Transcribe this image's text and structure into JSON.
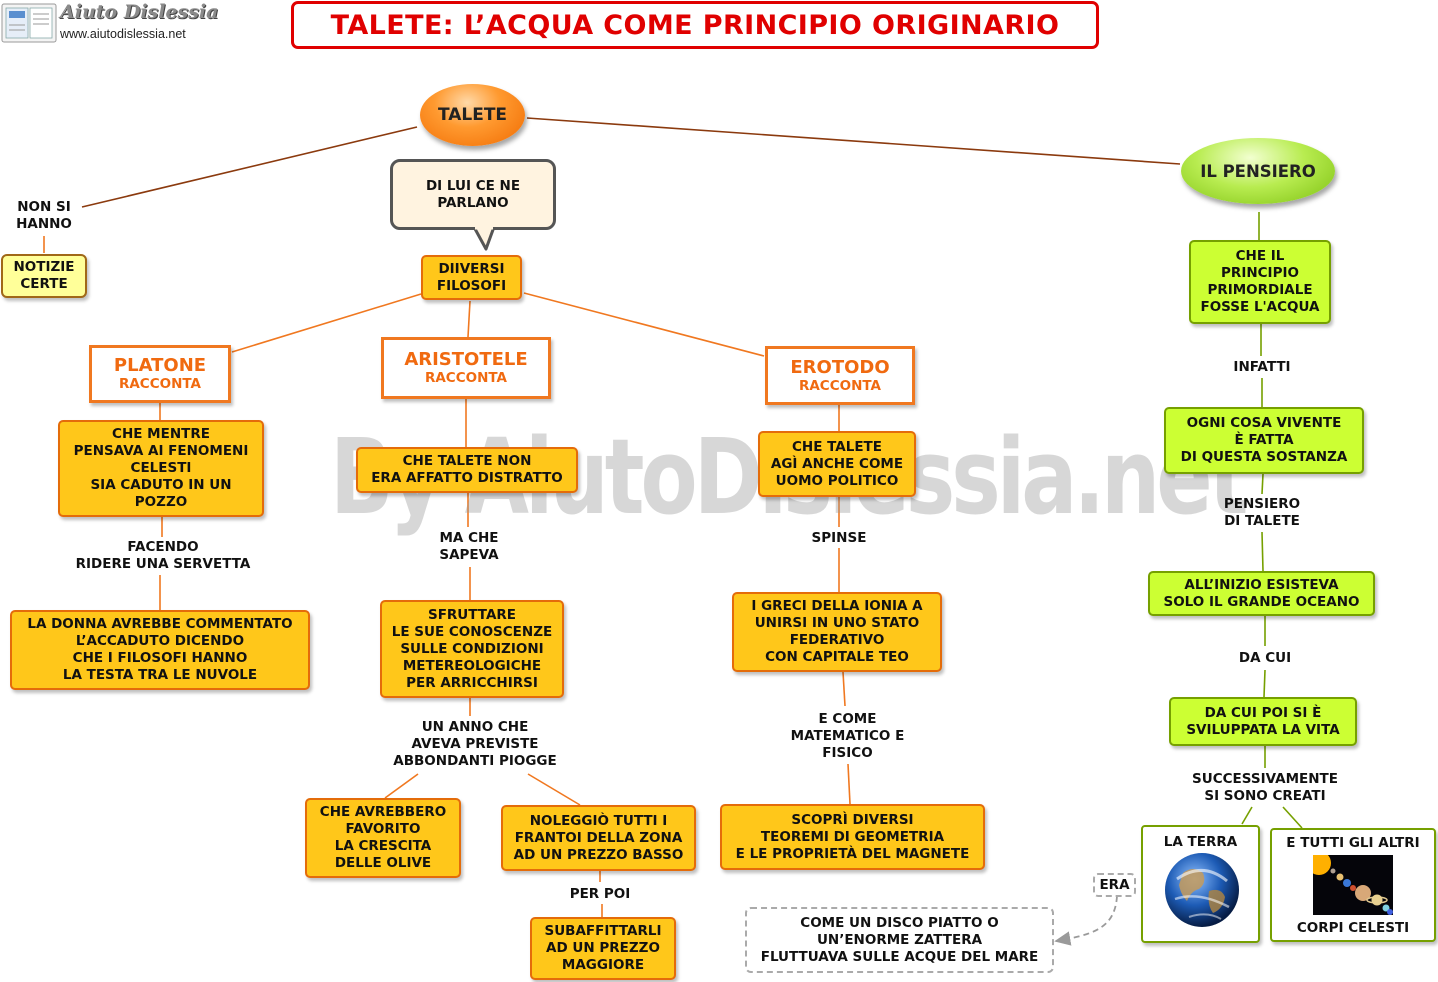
{
  "header": {
    "logo_title": "Aiuto Dislessia",
    "logo_url": "www.aiutodislessia.net",
    "title": "TALETE: L’ACQUA COME PRINCIPIO ORIGINARIO"
  },
  "watermark": "By AiutoDislessia.net",
  "central": {
    "talete": "TALETE",
    "pensiero": "IL PENSIERO"
  },
  "left": {
    "non_si_hanno": "NON SI\nHANNO",
    "notizie_certe": "NOTIZIE\nCERTE"
  },
  "callout": "DI LUI CE NE\nPARLANO",
  "filosofi": "DIIVERSI\nFILOSOFI",
  "platone": {
    "name": "PLATONE",
    "sub": "RACCONTA",
    "box1": "CHE MENTRE\nPENSAVA AI FENOMENI\nCELESTI\nSIA CADUTO IN UN\nPOZZO",
    "label1": "FACENDO\nRIDERE UNA SERVETTA",
    "box2": "LA DONNA AVREBBE COMMENTATO\nL’ACCADUTO DICENDO\nCHE I FILOSOFI HANNO\nLA TESTA TRA LE NUVOLE"
  },
  "aristotele": {
    "name": "ARISTOTELE",
    "sub": "RACCONTA",
    "box1": "CHE TALETE NON\nERA AFFATTO DISTRATTO",
    "label1": "MA CHE\nSAPEVA",
    "box2": "SFRUTTARE\nLE SUE CONOSCENZE\nSULLE CONDIZIONI\nMETEREOLOGICHE\nPER ARRICCHIRSI",
    "label2": "UN ANNO CHE\nAVEVA PREVISTE\nABBONDANTI PIOGGE",
    "box3": "CHE AVREBBERO\nFAVORITO\nLA CRESCITA\nDELLE OLIVE",
    "box4": "NOLEGGIÒ TUTTI I\nFRANTOI DELLA ZONA\nAD UN PREZZO BASSO",
    "label3": "PER POI",
    "box5": "SUBAFFITTARLI\nAD UN PREZZO\nMAGGIORE"
  },
  "erotodo": {
    "name": "EROTODO",
    "sub": "RACCONTA",
    "box1": "CHE TALETE\nAGÌ ANCHE COME\nUOMO POLITICO",
    "label1": "SPINSE",
    "box2": "I GRECI DELLA IONIA A\nUNIRSI IN UNO STATO\nFEDERATIVO\nCON CAPITALE TEO",
    "label2": "E COME\nMATEMATICO E\nFISICO",
    "box3": "SCOPRÌ DIVERSI\nTEOREMI DI GEOMETRIA\nE LE PROPRIETÀ DEL MAGNETE"
  },
  "pensiero": {
    "box1": "CHE IL\nPRINCIPIO\nPRIMORDIALE\nFOSSE L'ACQUA",
    "label1": "INFATTI",
    "box2": "OGNI COSA VIVENTE\nÈ FATTA\nDI QUESTA SOSTANZA",
    "label2": "PENSIERO\nDI TALETE",
    "box3": "ALL’INIZIO ESISTEVA\nSOLO IL GRANDE OCEANO",
    "label3": "DA CUI",
    "box4": "DA CUI POI SI È\nSVILUPPATA LA VITA",
    "label4": "SUCCESSIVAMENTE\nSI SONO CREATI",
    "terra": "LA TERRA",
    "altri": "E TUTTI GLI ALTRI",
    "corpi": "CORPI CELESTI",
    "era": "ERA",
    "disco": "COME UN DISCO PIATTO O\nUN’ENORME ZATTERA\nFLUTTUAVA SULLE ACQUE DEL MARE"
  },
  "colors": {
    "orange_fill": "#ffc71a",
    "orange_border": "#e46c0a",
    "green_fill": "#ccff33",
    "green_border": "#76a000",
    "title_red": "#e00000",
    "line_brown": "#8b3a0e"
  },
  "icons": [
    "book-logo-icon",
    "earth-icon",
    "solar-system-icon"
  ]
}
